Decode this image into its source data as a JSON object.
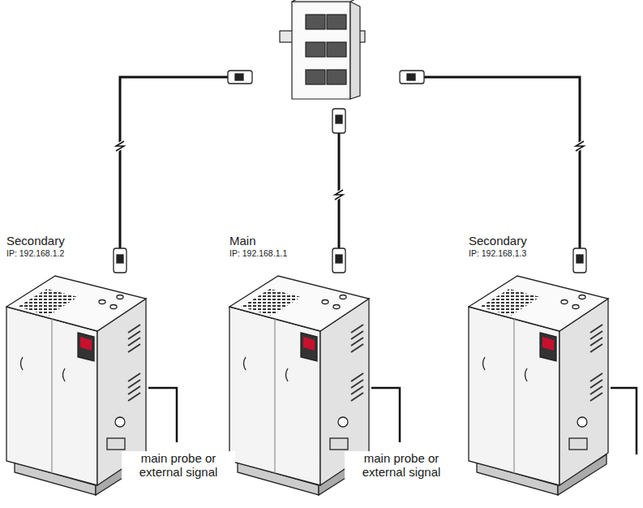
{
  "diagram": {
    "nodes": [
      {
        "text": [
          "Secondary",
          "IP: 192.168.1.2"
        ]
      },
      {
        "text": [
          "Main",
          "IP: 192.168.1.1"
        ]
      },
      {
        "text": [
          "Secondary",
          "IP: 192.168.1.3"
        ]
      }
    ],
    "labels": [
      "main probe or external signal",
      "main probe or external signal"
    ]
  }
}
